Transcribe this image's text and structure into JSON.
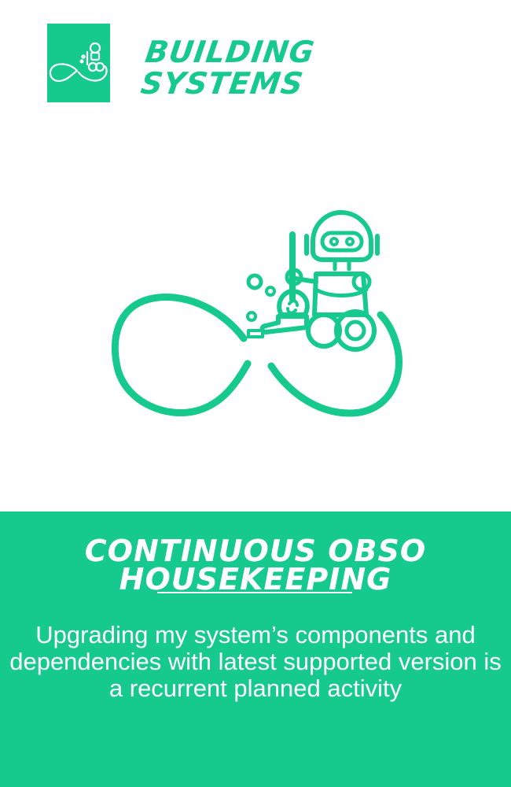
{
  "header": {
    "logo_icon": "robot-infinity-logo-icon",
    "brand_line1": "BUILDING",
    "brand_line2": "SYSTEMS"
  },
  "hero": {
    "icon": "robot-vacuum-infinity-icon"
  },
  "panel": {
    "title_line1": "CONTINUOUS OBSO",
    "title_line2": "HOUSEKEEPING",
    "description": "Upgrading my system’s components and dependencies with latest supported version is a recurrent planned activity"
  },
  "colors": {
    "accent": "#16c98d",
    "text_on_accent": "#ffffff",
    "background": "#ffffff"
  }
}
